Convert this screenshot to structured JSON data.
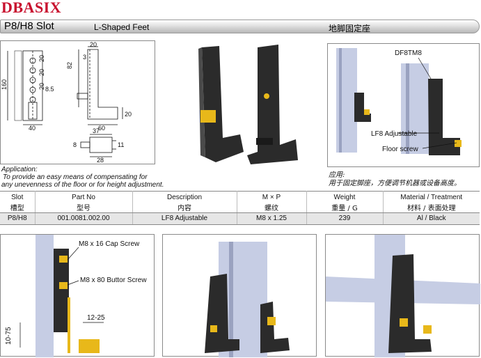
{
  "header": {
    "brand": "DBASIX",
    "slot_title": "P8/H8 Slot",
    "product_title": "L-Shaped Feet",
    "product_title_cn": "地脚固定座"
  },
  "drawing": {
    "dims": [
      "20",
      "82",
      "3",
      "20",
      "20",
      "20",
      "160",
      "8.5",
      "20",
      "60",
      "40",
      "37",
      "8",
      "11",
      "28"
    ]
  },
  "assembly": {
    "labels": [
      "DF8TM8",
      "LF8 Adjustable",
      "Floor screw"
    ]
  },
  "application": {
    "heading": "Application:",
    "line1": "To provide an easy means of compensating for",
    "line2": "any unevenness of the floor or for height adjustment.",
    "heading_cn": "应用:",
    "line_cn": "用于固定脚座，方便调节机器或设备高度。"
  },
  "table": {
    "headers": [
      "Slot",
      "Part No",
      "Description",
      "M × P",
      "Weight",
      "Material / Treatment"
    ],
    "headers_cn": [
      "槽型",
      "型号",
      "内容",
      "螺纹",
      "重量 /  G",
      "材料 / 表面处理"
    ],
    "rows": [
      [
        "P8/H8",
        "001.0081.002.00",
        "LF8 Adjustable",
        "M8 x 1.25",
        "239",
        "Al / Black"
      ]
    ]
  },
  "bottom_left": {
    "labels": [
      "M8 x 16 Cap Screw",
      "M8 x 80 Buttor Screw",
      "12-25",
      "10-75"
    ]
  },
  "colors": {
    "brand": "#c8102e",
    "part_black": "#2b2b2b",
    "profile_silver": "#c6cde4",
    "bolt_gold": "#e8b81a"
  }
}
